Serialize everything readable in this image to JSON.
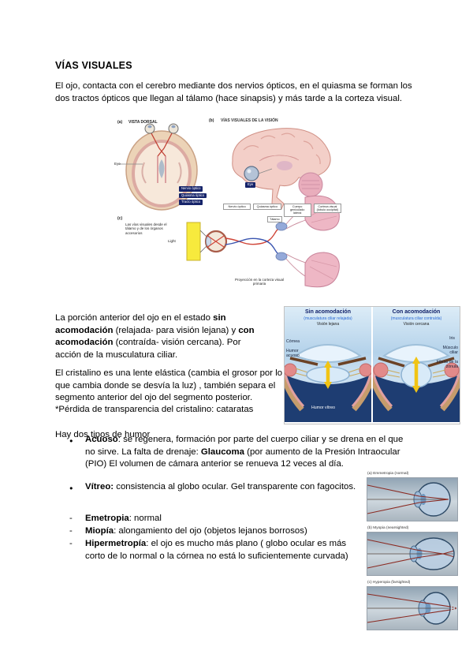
{
  "title": "VÍAS VISUALES",
  "markers": {
    "bullet": "●",
    "dash": "-"
  },
  "paragraphs": {
    "intro": [
      {
        "t": "El ojo, contacta con el cerebro mediante dos nervios ópticos, en el quiasma se forman los dos tractos ópticos que llegan al tálamo (hace sinapsis)  y más tarde a la corteza visual."
      }
    ],
    "accommodation": [
      {
        "t": "La porción anterior del ojo en el estado "
      },
      {
        "t": "sin acomodación",
        "b": true
      },
      {
        "t": " (relajada- para visión lejana) y "
      },
      {
        "t": "con acomodación",
        "b": true
      },
      {
        "t": " (contraída- visión cercana). Por acción de la musculatura ciliar."
      }
    ],
    "cristalino": [
      {
        "t": "El cristalino es una lente elástica (cambia el grosor por lo que cambia donde se desvía la luz) , también separa el segmento anterior del ojo del segmento posterior."
      }
    ],
    "cataratas": [
      {
        "t": "*Pérdida de transparencia del cristalino: cataratas"
      }
    ],
    "humor_intro": [
      {
        "t": "Hay dos tipos de humor"
      }
    ],
    "acuoso": [
      {
        "t": "Acuoso",
        "b": true
      },
      {
        "t": ": se regenera, formación por parte del cuerpo ciliar y se drena en el que no sirve. La falta de drenaje: "
      },
      {
        "t": "Glaucoma",
        "b": true
      },
      {
        "t": " (por aumento de la Presión Intraocular (PIO) El volumen de cámara anterior se renueva 12 veces al día."
      }
    ],
    "vitreo": [
      {
        "t": "Vítreo:",
        "b": true
      },
      {
        "t": " consistencia al globo ocular. Gel transparente con fagocitos."
      }
    ],
    "emetropia": [
      {
        "t": "Emetropia",
        "b": true
      },
      {
        "t": ": normal"
      }
    ],
    "miopia": [
      {
        "t": "Miopía",
        "b": true
      },
      {
        "t": ": alongamiento del ojo (objetos lejanos borrosos)"
      }
    ],
    "hipermetropia": [
      {
        "t": "Hipermetropía",
        "b": true
      },
      {
        "t": ": el ojo es mucho más plano ( globo ocular es más corto de lo normal o la córnea no está lo suficientemente curvada)"
      }
    ]
  },
  "figure_pathways": {
    "panel_a_tag": "(a)",
    "panel_a_title": "VISTA DORSAL",
    "panel_b_tag": "(b)",
    "panel_b_title": "VÍAS VISUALES DE LA VISIÓN",
    "panel_c_tag": "(c)",
    "panel_c_caption": "Las vías visuales desde el tálamo y de los órganos accesorios",
    "eye_label_a": "Eye",
    "eye_label_b": "Eye",
    "light_label": "Light",
    "label_thalamus": "Tálamo",
    "boxes_a": [
      "Nervio óptico",
      "Quiasma óptico",
      "Tracto óptico"
    ],
    "boxes_b": [
      "Nervio óptico",
      "Quiasma óptico",
      "Cuerpo geniculado lateral",
      "Corteza visual (lóbulo occipital)"
    ],
    "caption_c_bottom": "Proyección en la corteza visual primaria"
  },
  "figure_accommodation": {
    "left": {
      "title": "Sin acomodación",
      "subtitle": "(musculatura ciliar relajada)",
      "mode": "Visión lejana"
    },
    "right": {
      "title": "Con acomodación",
      "subtitle": "(musculatura ciliar contraída)",
      "mode": "Visión cercana"
    },
    "labels": {
      "cornea": "Córnea",
      "aqueous": "Humor acuoso",
      "vitreous": "Humor vítreo",
      "iris": "Iris",
      "ciliary": "Músculo ciliar",
      "zonule": "Fibras de la zónula"
    }
  },
  "figure_vision_types": {
    "panels": [
      {
        "caption": "(a) Emmetropia (normal)"
      },
      {
        "caption": "(b) Myopia (nearsighted)"
      },
      {
        "caption": "(c) Hyperopia (farsighted)"
      }
    ]
  }
}
